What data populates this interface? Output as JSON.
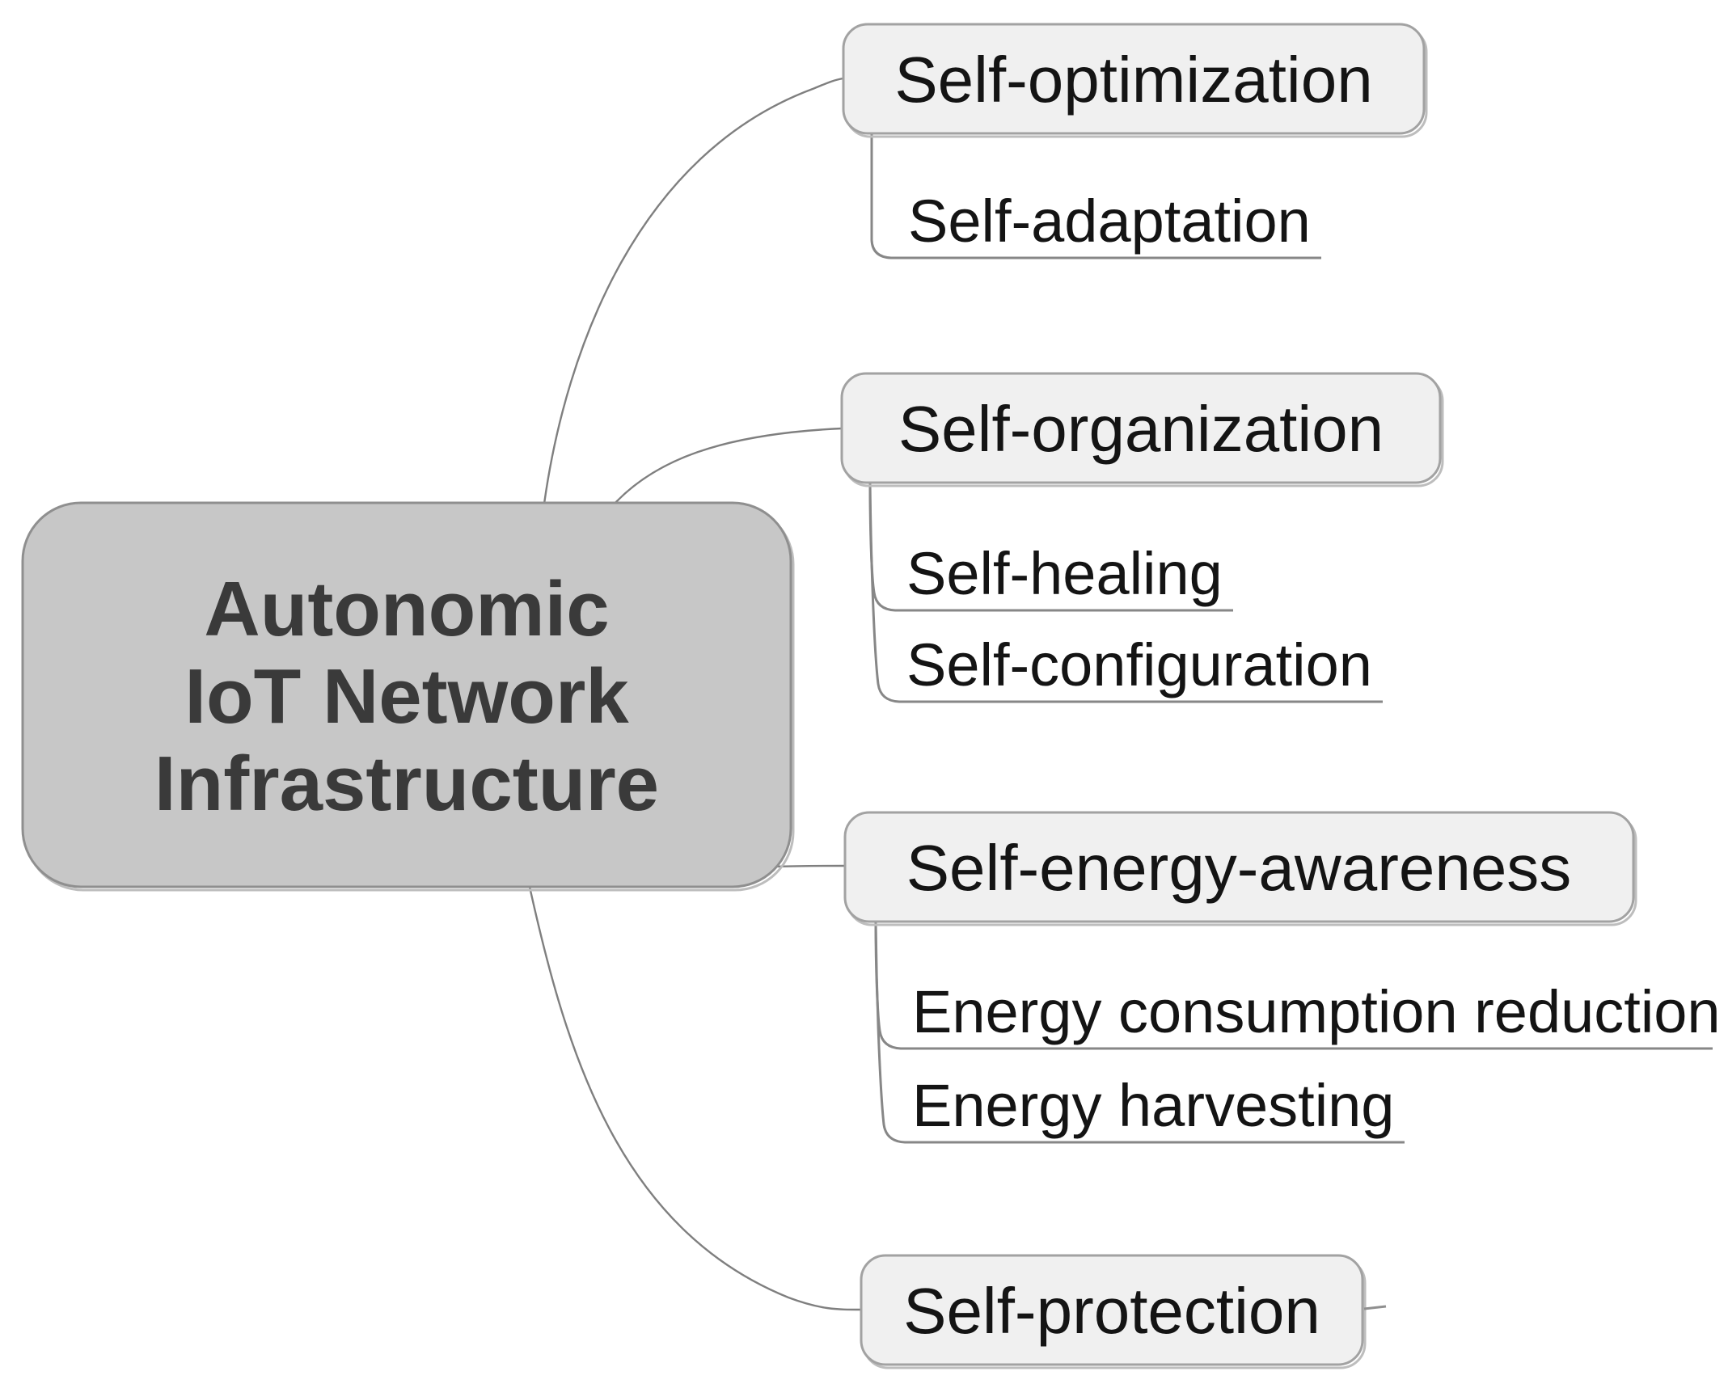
{
  "root": {
    "lines": [
      "Autonomic",
      "IoT Network",
      "Infrastructure"
    ]
  },
  "branches": [
    {
      "label": "Self-optimization",
      "children": [
        {
          "label": "Self-adaptation"
        }
      ]
    },
    {
      "label": "Self-organization",
      "children": [
        {
          "label": "Self-healing"
        },
        {
          "label": "Self-configuration"
        }
      ]
    },
    {
      "label": "Self-energy-awareness",
      "children": [
        {
          "label": "Energy consumption reduction"
        },
        {
          "label": "Energy harvesting"
        }
      ]
    },
    {
      "label": "Self-protection",
      "children": []
    }
  ],
  "colors": {
    "background": "#ffffff",
    "root_fill": "#c7c7c7",
    "root_border": "#8f8f8f",
    "root_text": "#3a3a3a",
    "branch_fill": "#f0f0f0",
    "branch_border": "#a2a2a2",
    "branch_shadow": "#bdbdbd",
    "node_text": "#141414",
    "edge": "#7f7f7f"
  }
}
